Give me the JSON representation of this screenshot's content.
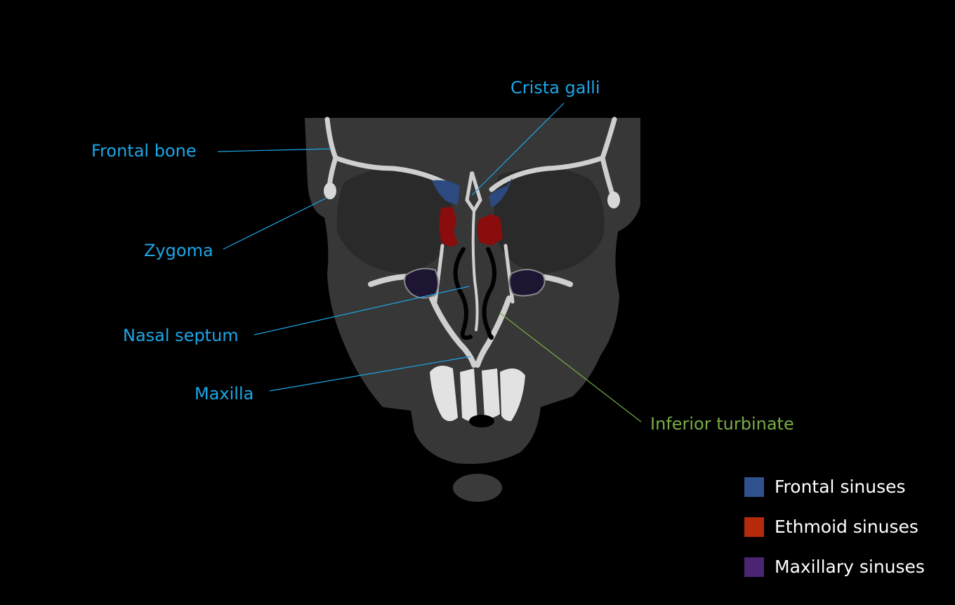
{
  "labels": {
    "crista_galli": "Crista galli",
    "frontal_bone": "Frontal bone",
    "zygoma": "Zygoma",
    "nasal_septum": "Nasal septum",
    "maxilla": "Maxilla",
    "inferior_turbinate": "Inferior turbinate"
  },
  "legend": [
    {
      "label": "Frontal sinuses",
      "color": "#2f528f"
    },
    {
      "label": "Ethmoid sinuses",
      "color": "#b52a0a"
    },
    {
      "label": "Maxillary sinuses",
      "color": "#4b2572"
    }
  ],
  "colors": {
    "label_blue": "#1ca6e6",
    "label_green": "#78ad45",
    "frontal_fill": "#2c4a80",
    "ethmoid_fill": "#8a0c0c",
    "maxillary_fill": "#1e1533"
  }
}
